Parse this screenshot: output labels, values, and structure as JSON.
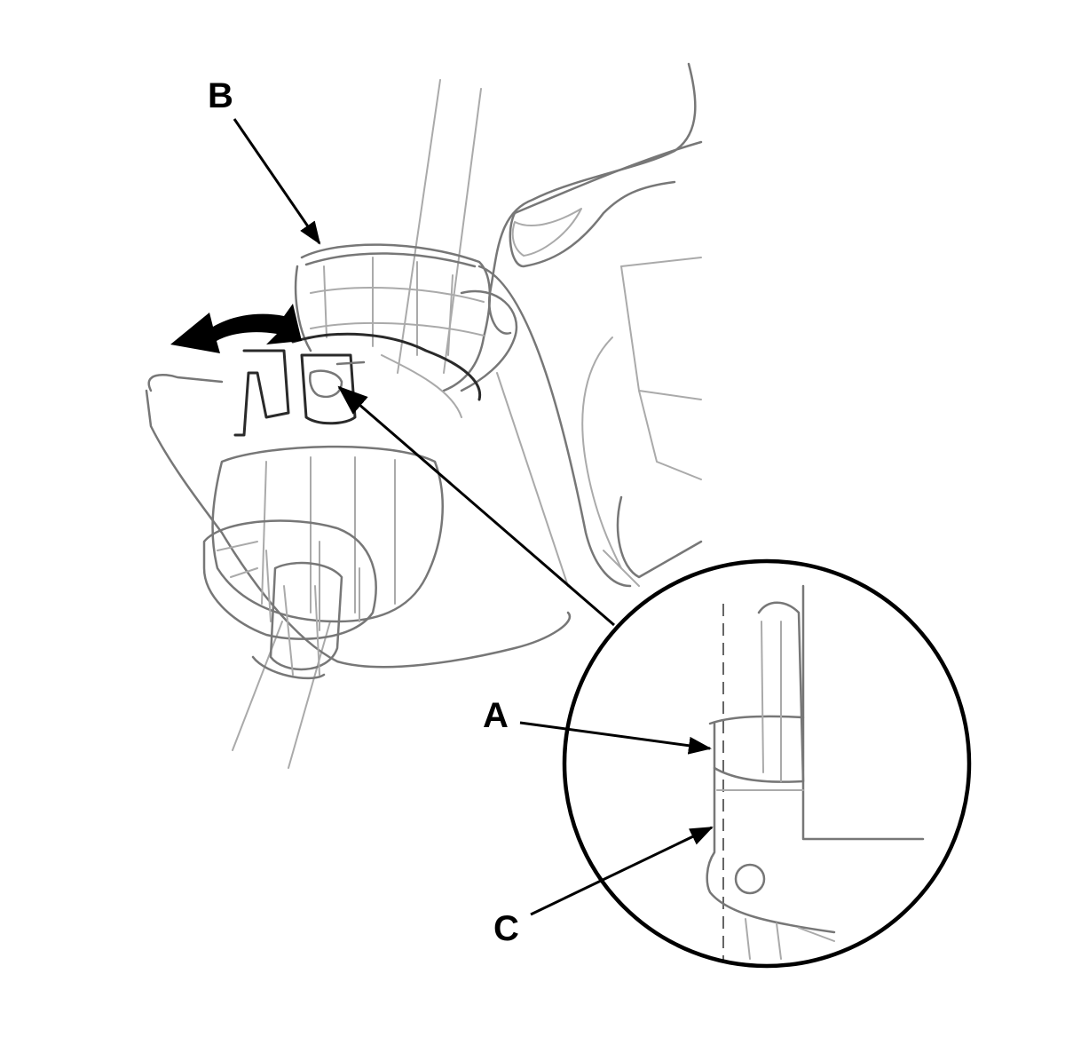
{
  "labels": {
    "a": "A",
    "b": "B",
    "c": "C"
  },
  "colors": {
    "ink": "#000000",
    "line_light": "#aaaaaa",
    "line_mid": "#777777",
    "background": "#ffffff"
  },
  "icons": {
    "rotation": "curved-double-arrow-icon"
  }
}
